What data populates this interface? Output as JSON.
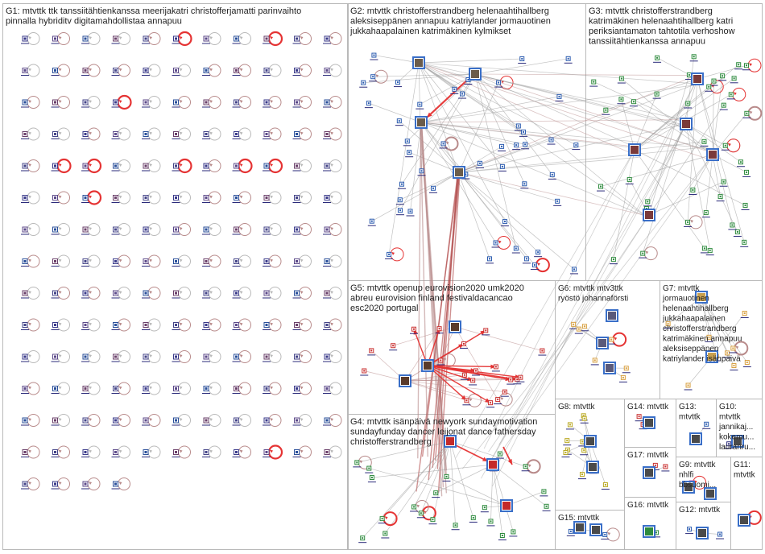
{
  "title": "",
  "groups": [
    {
      "id": "G1",
      "lines": [
        "G1: mtvttk ttk tanssiitähtienkanssa meerijakatri christofferjamatti parinvaihto",
        "pinnalla hybriditv digitamahdollistaa annapuu"
      ]
    },
    {
      "id": "G2",
      "lines": [
        "G2: mtvttk christofferstrandberg helenaahtihallberg",
        "aleksiseppänen annapuu katriylander jormauotinen",
        "jukkahaapalainen katrimäkinen kylmikset"
      ]
    },
    {
      "id": "G3",
      "lines": [
        "G3: mtvttk christofferstrandberg",
        "katrimäkinen helenaahtihallberg katri",
        "periksiantamaton tahtotila verhoshow",
        "tanssiitähtienkanssa annapuu"
      ]
    },
    {
      "id": "G4",
      "lines": [
        "G4: mtvttk isänpäivä newyork sundaymotivation",
        "sundayfunday dancer leijonat dance fathersday",
        "christofferstrandberg"
      ]
    },
    {
      "id": "G5",
      "lines": [
        "G5: mtvttk openup eurovision2020 umk2020",
        "abreu eurovision finland festivaldacancao",
        "esc2020 portugal"
      ]
    },
    {
      "id": "G6",
      "lines": [
        "G6: mtvttk mtv3ttk",
        "ryöstö johannaförsti"
      ]
    },
    {
      "id": "G7",
      "lines": [
        "G7: mtvttk",
        "jormauotinen",
        "helenaahtihallberg",
        "jukkahaapalainen",
        "christofferstrandberg",
        "katrimäkinen annapuu",
        "aleksiseppänen",
        "katriylander isänpäivä"
      ]
    },
    {
      "id": "G8",
      "lines": [
        "G8: mtvttk"
      ]
    },
    {
      "id": "G9",
      "lines": [
        "G9: mtvttk",
        "nhlfi",
        "bbsuomi..."
      ]
    },
    {
      "id": "G10",
      "lines": [
        "G10:",
        "mtvttk",
        "jannikaj...",
        "kokemu...",
        "lauranru..."
      ]
    },
    {
      "id": "G11",
      "lines": [
        "G11:",
        "mtvttk"
      ]
    },
    {
      "id": "G12",
      "lines": [
        "G12: mtvttk"
      ]
    },
    {
      "id": "G13",
      "lines": [
        "G13:",
        "mtvttk"
      ]
    },
    {
      "id": "G14",
      "lines": [
        "G14: mtvttk"
      ]
    },
    {
      "id": "G15",
      "lines": [
        "G15: mtvttk"
      ]
    },
    {
      "id": "G16",
      "lines": [
        "G16: mtvttk"
      ]
    },
    {
      "id": "G17",
      "lines": [
        "G17: mtvttk"
      ]
    }
  ],
  "colors": {
    "box_border": "#b9b9b9",
    "edge_gray": "#9a9a9a",
    "edge_mauve": "#b88a8a",
    "edge_red": "#e53333",
    "edge_darkred": "#b04a4a",
    "underline": "#2a2a7a",
    "node_blue": "#2d5db0",
    "node_green": "#2e8b3e",
    "node_orange": "#d8a040",
    "node_red": "#c93030"
  }
}
